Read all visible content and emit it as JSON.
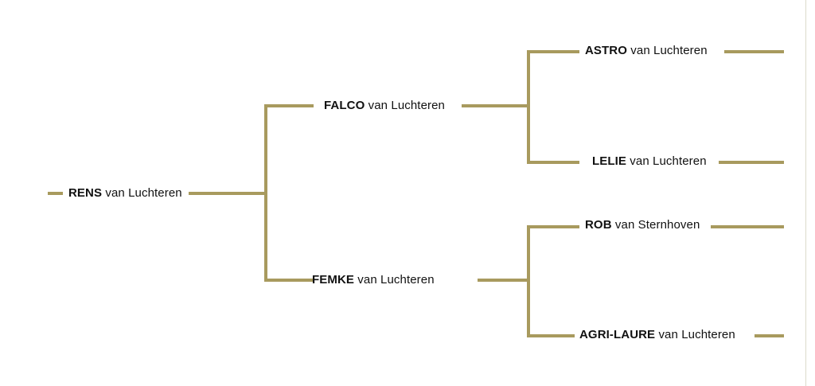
{
  "diagram": {
    "type": "pedigree-chart",
    "orientation": "left-to-right",
    "generations": 3,
    "line_color": "#a89a5e",
    "text_color": "#111111",
    "page_border_color": "#dcdacb"
  },
  "nodes": {
    "subject": {
      "given": "RENS",
      "surname": "van Luchteren",
      "generation": 1,
      "position": "left"
    },
    "parents": [
      {
        "given": "FALCO",
        "surname": "van Luchteren",
        "generation": 2,
        "position": "upper"
      },
      {
        "given": "FEMKE",
        "surname": "van Luchteren",
        "generation": 2,
        "position": "lower"
      }
    ],
    "grandparents": [
      {
        "given": "ASTRO",
        "surname": "van Luchteren",
        "generation": 3,
        "position": "upper-upper"
      },
      {
        "given": "LELIE",
        "surname": "van Luchteren",
        "generation": 3,
        "position": "upper-lower"
      },
      {
        "given": "ROB",
        "surname": "van Sternhoven",
        "generation": 3,
        "position": "lower-upper"
      },
      {
        "given": "AGRI-LAURE",
        "surname": "van Luchteren",
        "generation": 3,
        "position": "lower-lower"
      }
    ]
  }
}
